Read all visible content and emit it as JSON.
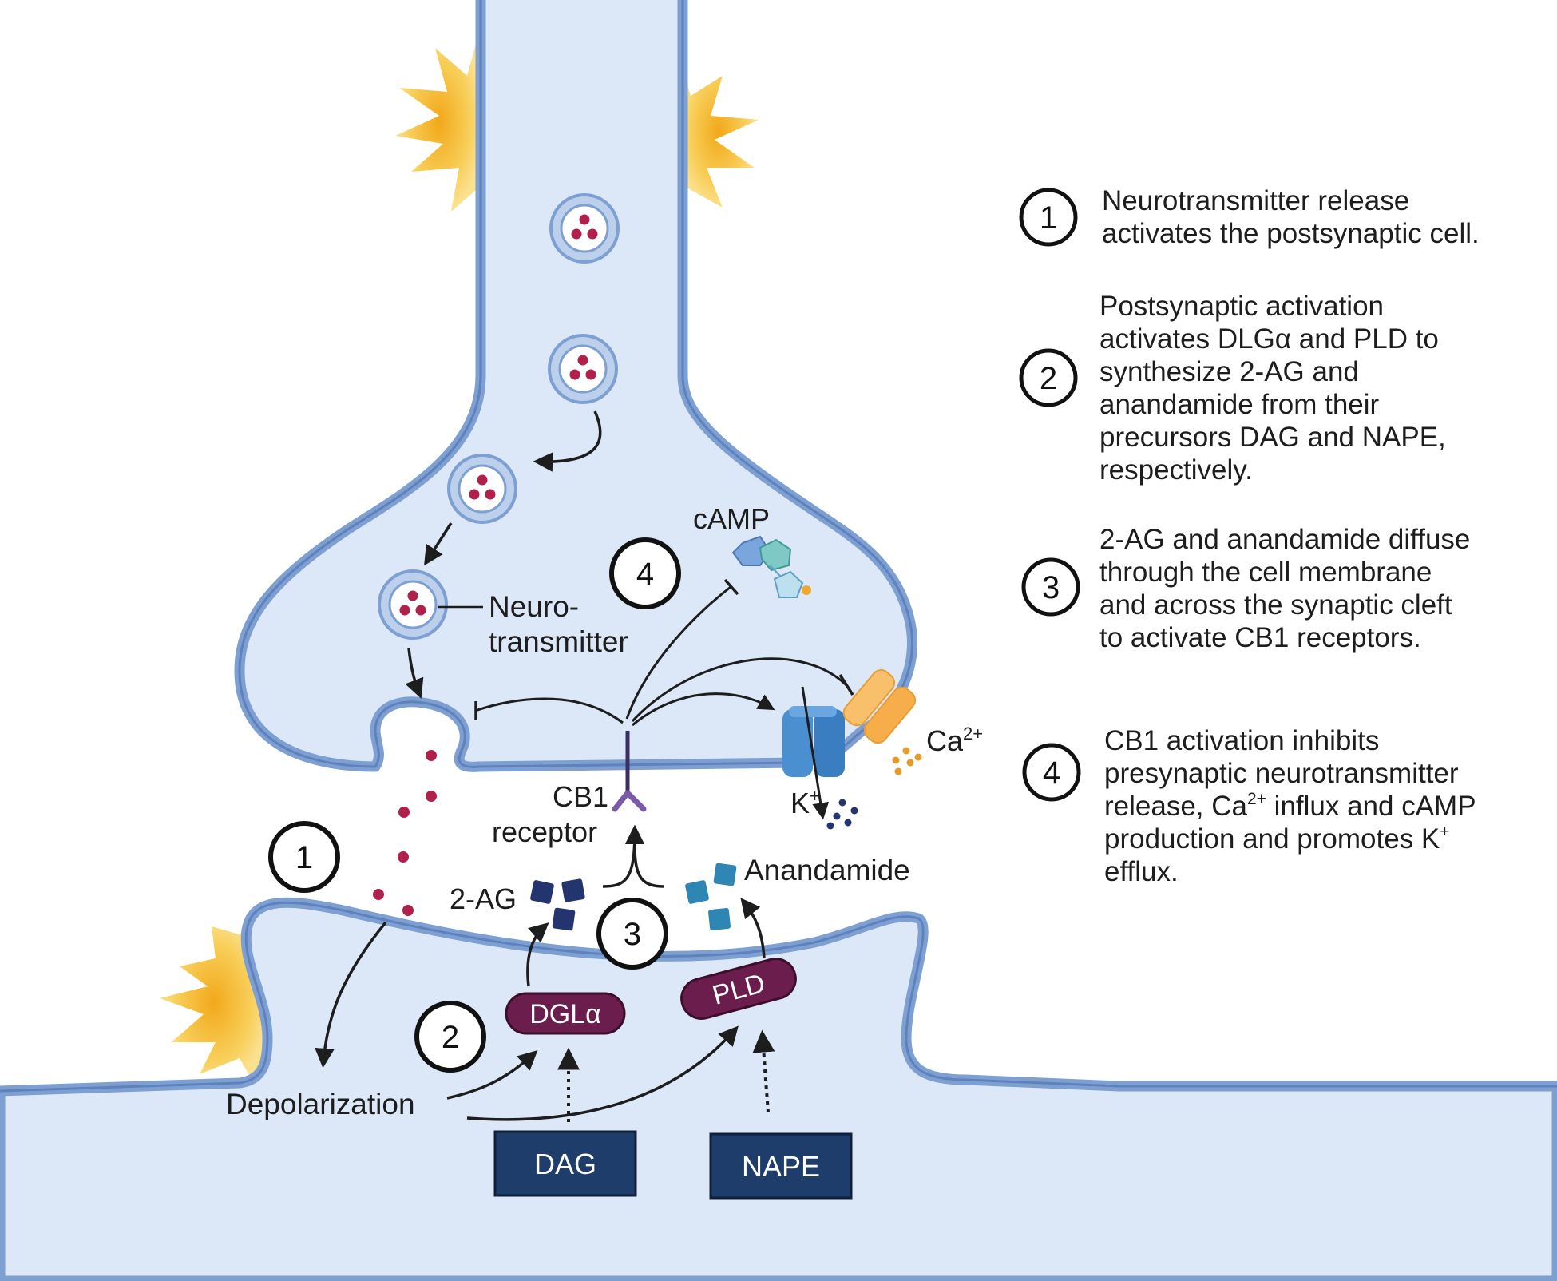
{
  "labels": {
    "camp": "cAMP",
    "neurotransmitter_line1": "Neuro-",
    "neurotransmitter_line2": "transmitter",
    "ca": "Ca",
    "ca_sup": "2+",
    "k": "K",
    "k_sup": "+",
    "cb1_line1": "CB1",
    "cb1_line2": "receptor",
    "two_ag": "2-AG",
    "anandamide": "Anandamide",
    "depolarization": "Depolarization",
    "dgla": "DGLα",
    "pld": "PLD",
    "dag": "DAG",
    "nape": "NAPE"
  },
  "diagram_markers": {
    "m1": "1",
    "m2": "2",
    "m3": "3",
    "m4": "4"
  },
  "legend": [
    {
      "number": "1",
      "lines": [
        "Neurotransmitter release",
        "activates the postsynaptic cell."
      ]
    },
    {
      "number": "2",
      "lines": [
        "Postsynaptic activation",
        "activates DLGα and PLD to",
        "synthesize 2-AG and",
        "anandamide from their",
        "precursors DAG and NAPE,",
        "respectively."
      ]
    },
    {
      "number": "3",
      "lines": [
        "2-AG and anandamide diffuse",
        "through the cell membrane",
        "and across the synaptic cleft",
        "to activate CB1 receptors."
      ]
    },
    {
      "number": "4",
      "lines": [
        "CB1 activation inhibits",
        "presynaptic neurotransmitter"
      ],
      "line3_pre": "release, Ca",
      "line3_sup": "2+",
      "line3_post": " influx and cAMP",
      "line4_pre": "production and promotes K",
      "line4_sup": "+",
      "line5": "efflux."
    }
  ],
  "colors": {
    "cell_fill": "#dce8f7",
    "membrane": "#7d9fd2",
    "membrane_dark": "#5f82bd",
    "enzyme": "#6b1d4d",
    "precursor_box": "#1f3d6b",
    "two_ag": "#23346e",
    "anandamide": "#2f86b4",
    "neurotransmitter": "#b0204a",
    "spark": "#f6c348"
  }
}
